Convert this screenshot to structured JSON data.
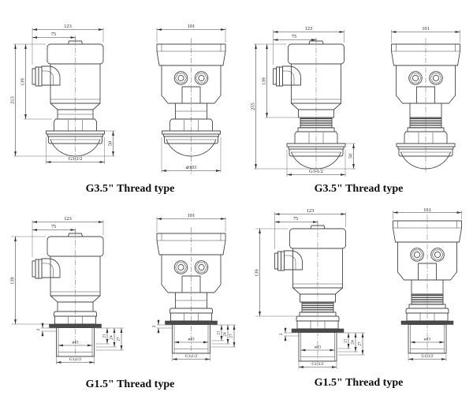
{
  "drawing": {
    "line_color": "#474747",
    "dim_color": "#333333",
    "background": "#ffffff",
    "quadrants": [
      {
        "caption": "G3.5\" Thread type",
        "side": {
          "overall_width": "123",
          "gland_offset": "75",
          "body_height": "139",
          "overall_height": "213",
          "antenna_height": "50",
          "thread_size": "G3-1/2"
        },
        "front": {
          "overall_width": "101",
          "antenna_diameter": "⌀103"
        }
      },
      {
        "caption": "G3.5\" Thread type",
        "side": {
          "overall_width": "123",
          "gland_offset": "75",
          "body_height": "139",
          "overall_height": "255",
          "antenna_height": "50",
          "thread_size": "G3-1/2"
        },
        "front": {
          "overall_width": "101"
        }
      },
      {
        "caption": "G1.5\" Thread type",
        "side": {
          "overall_width": "123",
          "gland_offset": "75",
          "body_height": "139",
          "probe_diameter": "ø43",
          "thread_size": "G1-1/2",
          "seal_thickness": "2",
          "insert_depth_1": "21",
          "insert_depth_2": "24",
          "insert_depth_3": "27"
        },
        "front": {
          "overall_width": "101",
          "probe_diameter": "ø43",
          "thread_size": "G1-1/2",
          "seal_thickness": "2",
          "insert_depth_1": "21",
          "insert_depth_2": "24",
          "insert_depth_3": "27"
        }
      },
      {
        "caption": "G1.5\" Thread type",
        "side": {
          "overall_width": "123",
          "gland_offset": "75",
          "body_height": "139",
          "probe_diameter": "ø43",
          "thread_size": "G1-1/2",
          "seal_thickness": "2",
          "insert_depth_1": "21",
          "insert_depth_2": "24",
          "insert_depth_3": "27"
        },
        "front": {
          "overall_width": "101",
          "probe_diameter": "ø43",
          "thread_size": "G1-1/2"
        }
      }
    ]
  }
}
